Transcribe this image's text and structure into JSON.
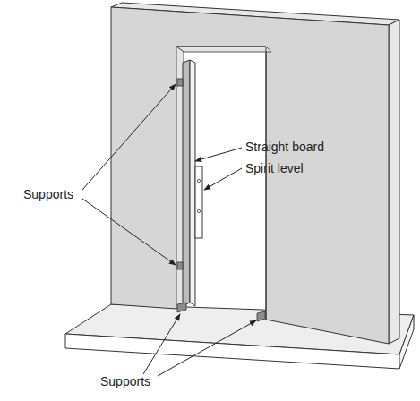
{
  "diagram": {
    "labels": [
      "Straight board",
      "Spirit level",
      "Supports",
      "Supports"
    ]
  }
}
